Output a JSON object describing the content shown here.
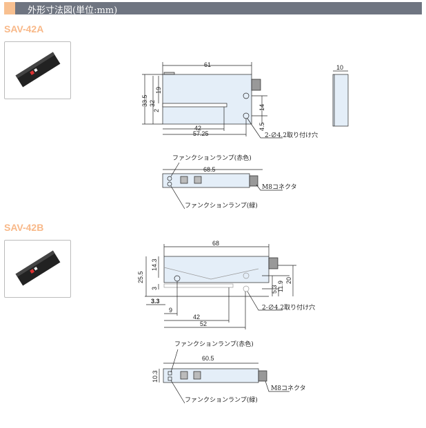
{
  "header": {
    "title": "外形寸法図(単位:mm)"
  },
  "models": [
    {
      "name": "SAV-42A",
      "dims": {
        "width": "61",
        "height": "33.5",
        "h32": "32",
        "h19": "19",
        "slot": "2",
        "d14": "14",
        "d4_5": "4.5",
        "d42": "42",
        "d57": "57.25",
        "side": "10",
        "bottom": "68.5"
      },
      "labels": {
        "holes": "2-∅4.2取り付け穴",
        "lamp_red": "ファンクションランプ(赤色)",
        "lamp_green": "ファンクションランプ(緑)",
        "connector": "M8コネクタ"
      }
    },
    {
      "name": "SAV-42B",
      "dims": {
        "width": "68",
        "height": "25.5",
        "h14_3": "14.3",
        "d3": "3",
        "d3_3": "3.3",
        "d9": "9",
        "d42": "42",
        "d52": "52",
        "d5_3": "5.3",
        "d11_9": "11.9",
        "d20": "20",
        "bottom": "60.5",
        "bh": "10.3"
      },
      "labels": {
        "holes": "2-∅4.2取り付け穴",
        "lamp_red": "ファンクションランプ(赤色)",
        "lamp_green": "ファンクションランプ(緑)",
        "connector": "M8コネクタ"
      }
    }
  ],
  "colors": {
    "header": "#6f7581",
    "accent": "#f8c090",
    "body": "#e4eef8"
  }
}
